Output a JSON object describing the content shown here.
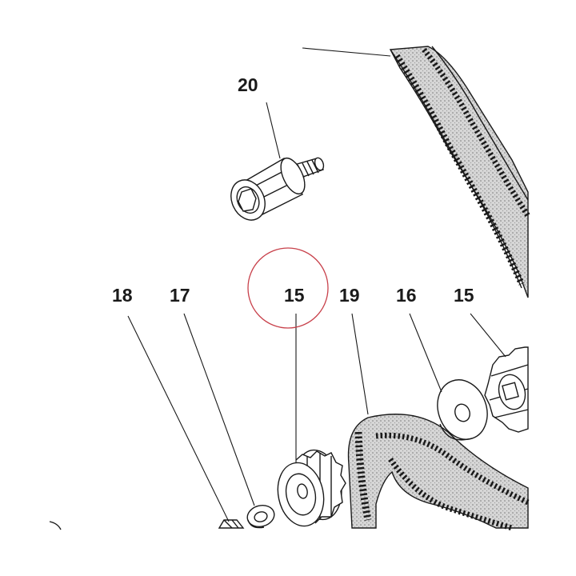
{
  "callouts": {
    "part_20": "20",
    "part_18": "18",
    "part_17": "17",
    "part_15_center": "15",
    "part_19": "19",
    "part_16": "16",
    "part_15_right": "15"
  },
  "highlight": {
    "target": "part_15_center",
    "color": "#c8414b"
  },
  "colors": {
    "ink": "#1a1a1a",
    "belt_stipple": "#8c8c8c",
    "background": "#ffffff"
  }
}
